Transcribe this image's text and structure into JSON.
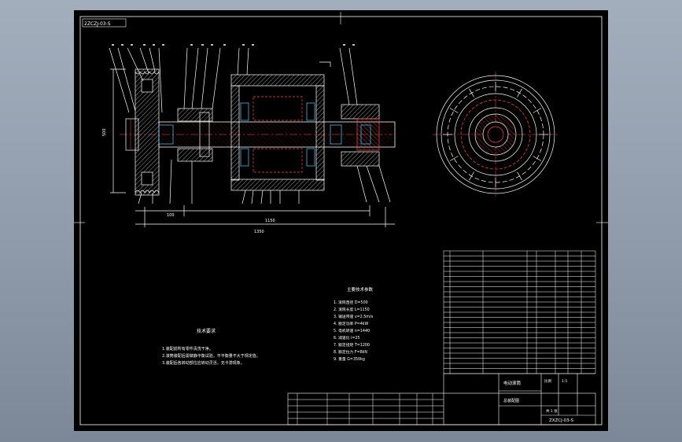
{
  "drawing": {
    "number_rotated": "2ZCZJ-03-S",
    "number_bottom": "ZXZCJ-03-S"
  },
  "tech_requirements": {
    "title": "技术要求",
    "lines": [
      "1.装配前所有零件清洗干净。",
      "2.滚筒装配后需做静平衡试验，不平衡量不大于规定值。",
      "3.装配后各转动部位应转动灵活，无卡滞现象。"
    ]
  },
  "specs": {
    "title": "主要技术参数",
    "lines": [
      "1. 滚筒直径 D=500",
      "2. 滚筒长度 L=1150",
      "3. 输送带速 v=2.5m/s",
      "4. 额定功率 P=4kW",
      "5. 电机转速 n=1440",
      "6. 减速比 i=25",
      "7. 额定扭矩 T=1200",
      "8. 额定拉力 F=8kN",
      "9. 重量 G=350kg"
    ]
  },
  "title_block": {
    "product_name": "电动滚筒",
    "subtitle": "总装配图",
    "scale_label": "比例",
    "scale_value": "1:5",
    "sheet_label": "共 1 张"
  },
  "dimensions": {
    "overall": "1350",
    "inner": "1150",
    "left": "100",
    "diameter": "500"
  }
}
